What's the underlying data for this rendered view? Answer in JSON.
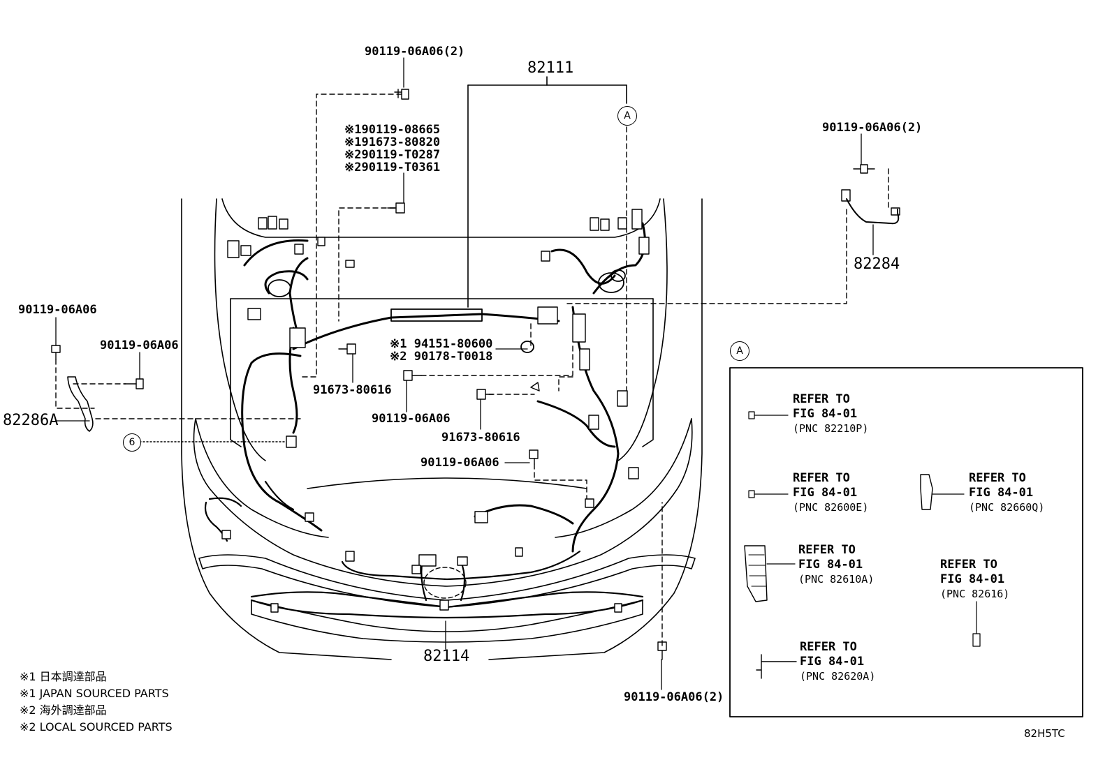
{
  "diagram_code": "82H5TC",
  "callouts": {
    "harness_main": "82111",
    "harness_front": "82114",
    "bracket_a": "82286A",
    "cable_right": "82284",
    "bolt_top_2": "90119-06A06(2)",
    "bolt_right_2": "90119-06A06(2)",
    "bolt_bottom_2": "90119-06A06(2)",
    "bolt_left_1": "90119-06A06",
    "bolt_left_2": "90119-06A06",
    "bolt_center_1": "90119-06A06",
    "bolt_center_2": "90119-06A06",
    "clip_1": "91673-80616",
    "clip_2": "91673-80616",
    "group_parts": [
      "※190119-08665",
      "※191673-80820",
      "※290119-T0287",
      "※290119-T0361"
    ],
    "grommet_parts": [
      "※1 94151-80600",
      "※2 90178-T0018"
    ],
    "circle_a_main": "A",
    "circle_a_inset": "A",
    "circle_6": "6"
  },
  "inset": {
    "title_marker": "A",
    "refs": [
      {
        "line1": "REFER TO",
        "line2": "FIG 84-01",
        "pnc": "(PNC 82210P)"
      },
      {
        "line1": "REFER TO",
        "line2": "FIG 84-01",
        "pnc": "(PNC 82600E)"
      },
      {
        "line1": "REFER TO",
        "line2": "FIG 84-01",
        "pnc": "(PNC 82660Q)"
      },
      {
        "line1": "REFER TO",
        "line2": "FIG 84-01",
        "pnc": "(PNC 82610A)"
      },
      {
        "line1": "REFER TO",
        "line2": "FIG 84-01",
        "pnc": "(PNC 82616)"
      },
      {
        "line1": "REFER TO",
        "line2": "FIG 84-01",
        "pnc": "(PNC 82620A)"
      }
    ]
  },
  "notes": [
    "※1 日本調達部品",
    "※1 JAPAN SOURCED PARTS",
    "※2 海外調達部品",
    "※2 LOCAL SOURCED PARTS"
  ]
}
